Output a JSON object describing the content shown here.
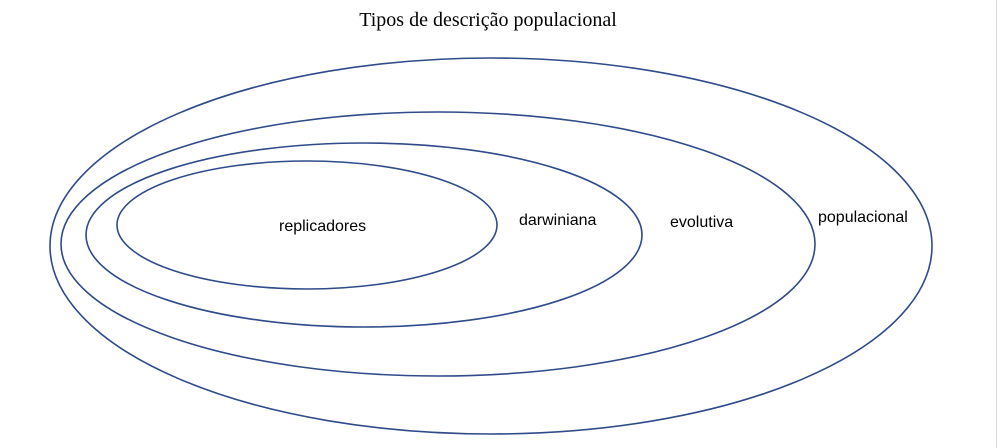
{
  "title": "Tipos de descrição populacional",
  "colors": {
    "stroke": "#2f4b8a",
    "text": "#000000",
    "background": "#ffffff"
  },
  "sets": [
    {
      "id": "populacional",
      "label": "populacional"
    },
    {
      "id": "evolutiva",
      "label": "evolutiva"
    },
    {
      "id": "darwiniana",
      "label": "darwiniana"
    },
    {
      "id": "replicadores",
      "label": "replicadores"
    }
  ]
}
